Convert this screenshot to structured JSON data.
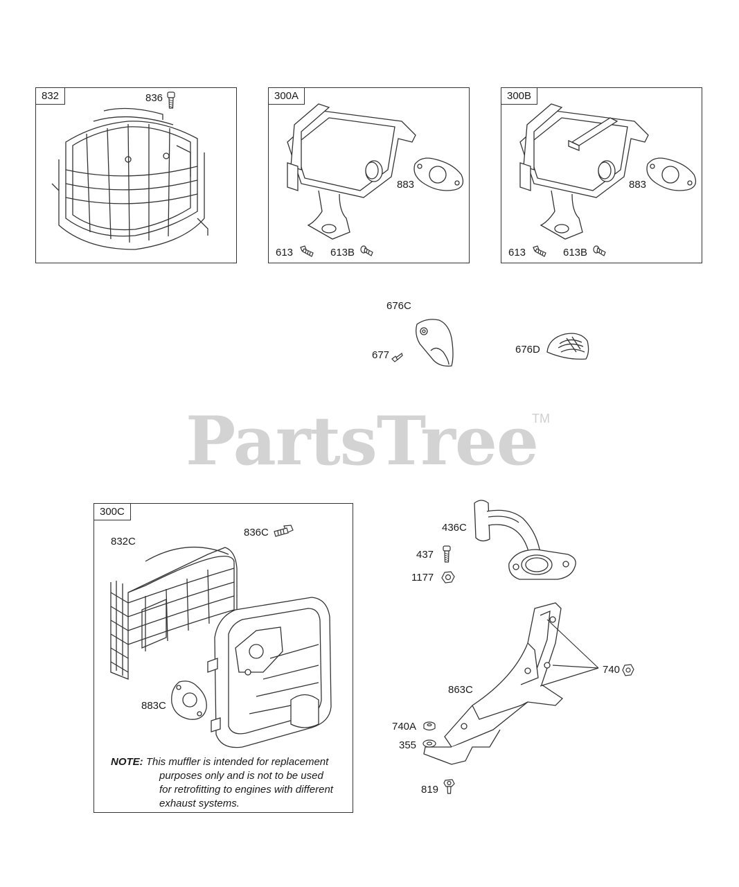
{
  "watermark": {
    "text": "PartsTree",
    "trademark": "TM"
  },
  "panels": {
    "p832": {
      "tag": "832",
      "callouts": [
        "836"
      ]
    },
    "p300A": {
      "tag": "300A",
      "callouts": [
        "883",
        "613",
        "613B"
      ]
    },
    "p300B": {
      "tag": "300B",
      "callouts": [
        "883",
        "613",
        "613B"
      ]
    },
    "p300C": {
      "tag": "300C",
      "callouts": [
        "832C",
        "836C",
        "883C"
      ]
    }
  },
  "loose_parts": [
    "676C",
    "677",
    "676D",
    "436C",
    "437",
    "1177",
    "740",
    "863C",
    "740A",
    "355",
    "819"
  ],
  "note": {
    "prefix": "NOTE:",
    "line1": "This muffler is intended for replacement",
    "line2": "purposes only and is not to be used",
    "line3": "for retrofitting to engines with different",
    "line4": "exhaust systems."
  }
}
